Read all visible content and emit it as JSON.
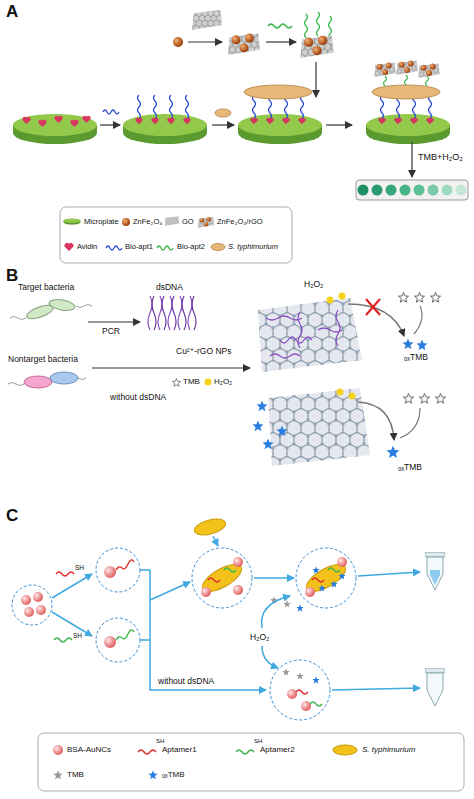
{
  "diagram": {
    "labels": [
      "A",
      "TMB+H₂O₂",
      "B",
      "Target bacteria",
      "dsDNA",
      "PCR",
      "Nontarget bacteria",
      "Cu²⁺-rGO NPs",
      "TMB",
      "H₂O₂",
      "without dsDNA",
      "H₂O₂",
      "ₒₓTMB",
      "ₒₓTMB",
      "C",
      "SH",
      "SH",
      "H₂O₂",
      "without dsDNA",
      "SH",
      "SH"
    ],
    "legend": [
      {
        "text": "Microplate"
      },
      {
        "text": "ZnFe₂O₄"
      },
      {
        "text": "GO"
      },
      {
        "text": "ZnFe₂O₄/rGO"
      },
      {
        "text": "Avidin"
      },
      {
        "text": "Bio-apt1"
      },
      {
        "text": "Bio-apt2"
      },
      {
        "text": "S. typhimurium"
      },
      {
        "text": "BSA-AuNCs"
      },
      {
        "text": "Aptamer1"
      },
      {
        "text": "Aptamer2"
      },
      {
        "text": "S. typhimurium"
      },
      {
        "text": "TMB"
      },
      {
        "text": "ₒₓTMB"
      }
    ]
  }
}
